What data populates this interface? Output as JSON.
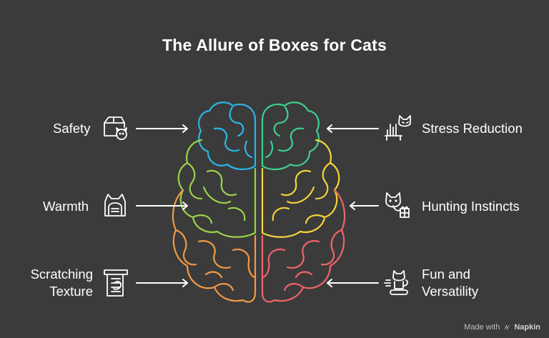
{
  "title": "The Allure of Boxes for Cats",
  "items": {
    "safety": "Safety",
    "warmth": "Warmth",
    "scratching_line1": "Scratching",
    "scratching_line2": "Texture",
    "stress": "Stress Reduction",
    "hunting": "Hunting Instincts",
    "fun_line1": "Fun and",
    "fun_line2": "Versatility"
  },
  "icons": {
    "safety": "box-with-cat-icon",
    "warmth": "cat-in-basket-icon",
    "scratching": "scratching-post-icon",
    "stress": "relaxed-cat-icon",
    "hunting": "cat-with-toy-icon",
    "fun": "playful-cat-icon"
  },
  "colors": {
    "background": "#3b3b3b",
    "blue": "#2ab6ea",
    "green": "#9bd34a",
    "orange": "#f29a46",
    "teal": "#3ecf8e",
    "yellow": "#f4d53a",
    "red": "#f0646a"
  },
  "footer": {
    "made_with": "Made with",
    "brand": "Napkin"
  }
}
